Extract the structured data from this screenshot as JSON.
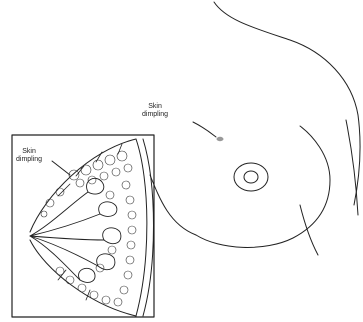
{
  "figure": {
    "main_label": {
      "line1": "Skin",
      "line2": "dimpling"
    },
    "inset_label": {
      "line1": "Skin",
      "line2": "dimpling"
    }
  },
  "colors": {
    "line": "#222222",
    "background": "#ffffff"
  }
}
